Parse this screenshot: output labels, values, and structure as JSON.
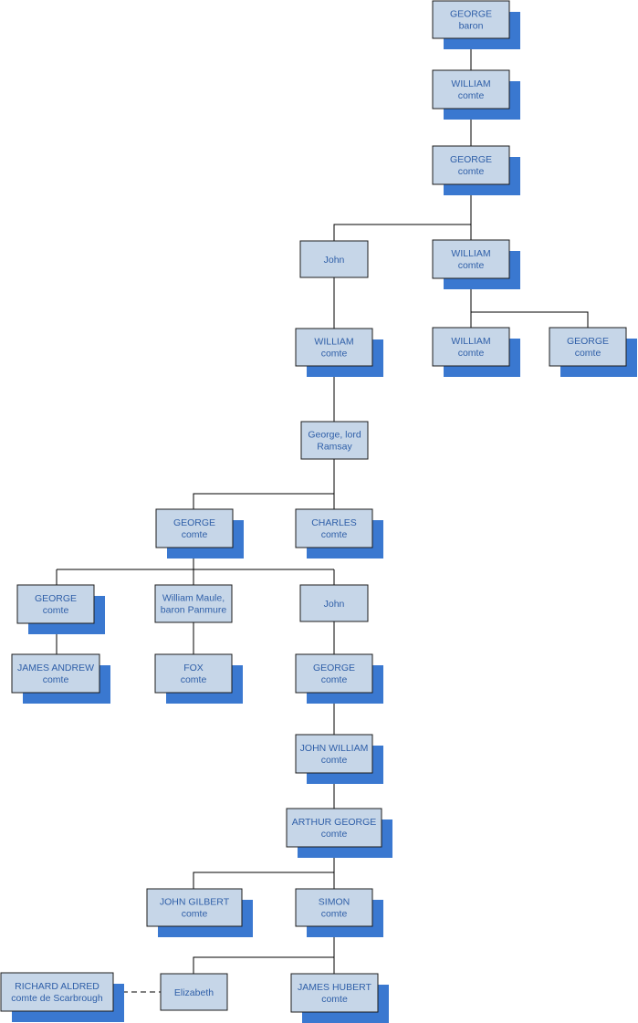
{
  "colors": {
    "box_fill": "#c6d6e8",
    "shadow": "#3a78d0",
    "text": "#2f5fa8",
    "border": "#1c1c1c"
  },
  "nodes": [
    {
      "id": "george-baron",
      "line1": "GEORGE",
      "line2": "baron",
      "shadow": true
    },
    {
      "id": "william-1",
      "line1": "WILLIAM",
      "line2": "comte",
      "shadow": true
    },
    {
      "id": "george-2",
      "line1": "GEORGE",
      "line2": "comte",
      "shadow": true
    },
    {
      "id": "john-1",
      "line1": "John",
      "line2": "",
      "shadow": false
    },
    {
      "id": "william-3",
      "line1": "WILLIAM",
      "line2": "comte",
      "shadow": true
    },
    {
      "id": "william-4",
      "line1": "WILLIAM",
      "line2": "comte",
      "shadow": true
    },
    {
      "id": "william-5",
      "line1": "WILLIAM",
      "line2": "comte",
      "shadow": true
    },
    {
      "id": "george-5",
      "line1": "GEORGE",
      "line2": "comte",
      "shadow": true
    },
    {
      "id": "george-lord-ramsay",
      "line1": "George, lord",
      "line2": "Ramsay",
      "shadow": false
    },
    {
      "id": "george-6",
      "line1": "GEORGE",
      "line2": "comte",
      "shadow": true
    },
    {
      "id": "charles",
      "line1": "CHARLES",
      "line2": "comte",
      "shadow": true
    },
    {
      "id": "george-7",
      "line1": "GEORGE",
      "line2": "comte",
      "shadow": true
    },
    {
      "id": "william-maule",
      "line1": "William Maule,",
      "line2": "baron Panmure",
      "shadow": false
    },
    {
      "id": "john-2",
      "line1": "John",
      "line2": "",
      "shadow": false
    },
    {
      "id": "james-andrew",
      "line1": "JAMES ANDREW",
      "line2": "comte",
      "shadow": true
    },
    {
      "id": "fox",
      "line1": "FOX",
      "line2": "comte",
      "shadow": true
    },
    {
      "id": "george-8",
      "line1": "GEORGE",
      "line2": "comte",
      "shadow": true
    },
    {
      "id": "john-william",
      "line1": "JOHN WILLIAM",
      "line2": "comte",
      "shadow": true
    },
    {
      "id": "arthur-george",
      "line1": "ARTHUR GEORGE",
      "line2": "comte",
      "shadow": true
    },
    {
      "id": "john-gilbert",
      "line1": "JOHN GILBERT",
      "line2": "comte",
      "shadow": true
    },
    {
      "id": "simon",
      "line1": "SIMON",
      "line2": "comte",
      "shadow": true
    },
    {
      "id": "richard-aldred",
      "line1": "RICHARD ALDRED",
      "line2": "comte de Scarbrough",
      "shadow": true
    },
    {
      "id": "elizabeth",
      "line1": "Elizabeth",
      "line2": "",
      "shadow": false
    },
    {
      "id": "james-hubert",
      "line1": "JAMES HUBERT",
      "line2": "comte",
      "shadow": true
    }
  ]
}
